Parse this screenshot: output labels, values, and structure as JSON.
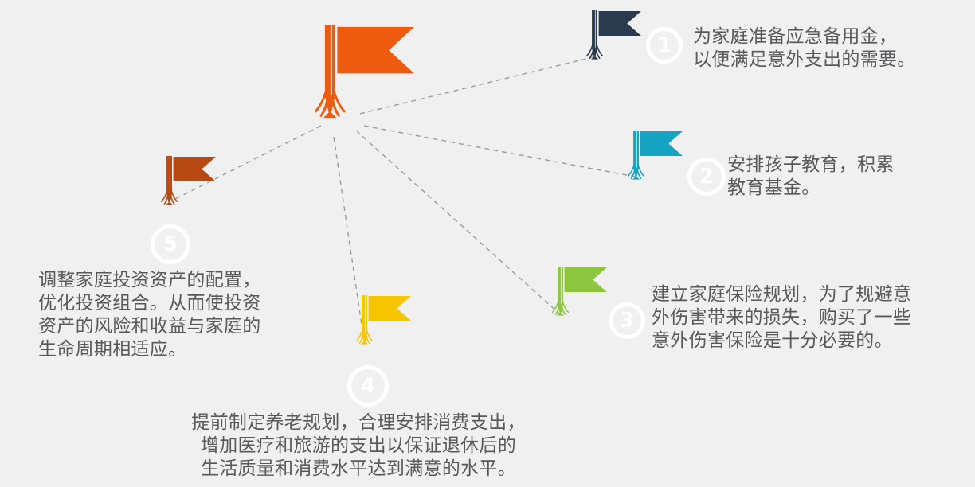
{
  "background_color": "#f0f0f0",
  "text_color": "#58595b",
  "connector_color": "#9b9b9b",
  "circle_border_color": "#ffffff",
  "circle_number_color": "#ffffff",
  "center_flag": {
    "name": "main-flag",
    "color": "#ee5a0e"
  },
  "items": [
    {
      "number": "1",
      "flag_color": "#2b3b4d",
      "text": "为家庭准备应急备用金，\n以便满足意外支出的需要。"
    },
    {
      "number": "2",
      "flag_color": "#16a4c4",
      "text": "安排孩子教育，积累\n教育基金。"
    },
    {
      "number": "3",
      "flag_color": "#8cc63e",
      "text": "建立家庭保险规划，为了规避意\n外伤害带来的损失，购买了一些\n意外伤害保险是十分必要的。"
    },
    {
      "number": "4",
      "flag_color": "#f7c400",
      "text": "提前制定养老规划，合理安排消费支出，\n增加医疗和旅游的支出以保证退休后的\n生活质量和消费水平达到满意的水平。"
    },
    {
      "number": "5",
      "flag_color": "#b64a10",
      "text": "调整家庭投资资产的配置，\n优化投资组合。从而使投资\n资产的风险和收益与家庭的\n生命周期相适应。"
    }
  ]
}
